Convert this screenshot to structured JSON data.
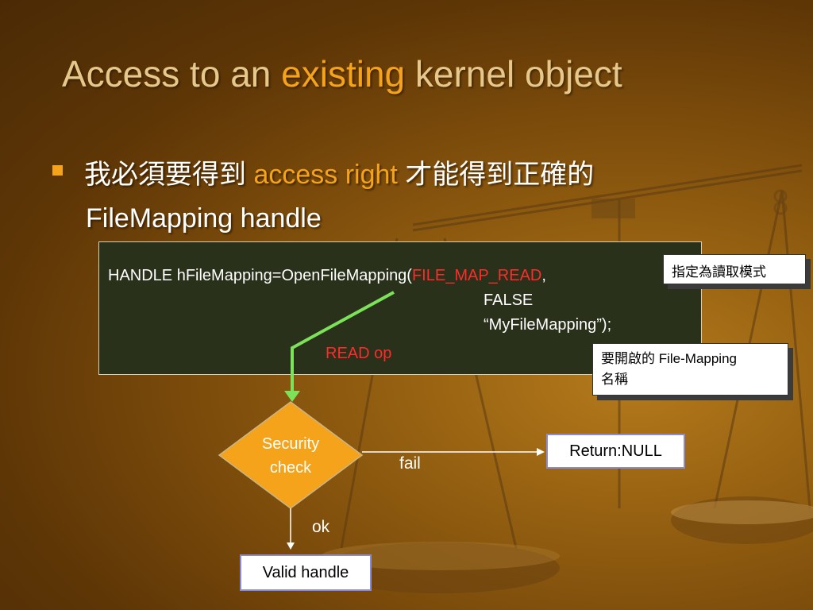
{
  "title": {
    "before": "Access to an",
    "highlight": "existing",
    "after": "kernel object"
  },
  "bullet": {
    "part1": "我必須要得到",
    "highlight": "access right",
    "part2": "才能得到正確的",
    "line2": "FileMapping handle"
  },
  "code": {
    "call_prefix": "HANDLE hFileMapping=OpenFileMapping(",
    "arg1": "FILE_MAP_READ",
    "arg1_suffix": ",",
    "arg2": "FALSE",
    "arg3": "“MyFileMapping”);",
    "read_op": "READ op"
  },
  "callouts": {
    "mode": "指定為讀取模式",
    "name_line1": "要開啟的 File-Mapping",
    "name_line2": "名稱"
  },
  "flow": {
    "decision_line1": "Security",
    "decision_line2": "check",
    "fail_label": "fail",
    "ok_label": "ok",
    "fail_result": "Return:NULL",
    "ok_result": "Valid handle"
  },
  "colors": {
    "accent": "#f4a31a",
    "title_text": "#e6c98a",
    "diamond_fill": "#f4a31a",
    "arrow_green": "#7be25a",
    "code_red": "#ff2a2a",
    "box_border": "#8b8bd0"
  }
}
